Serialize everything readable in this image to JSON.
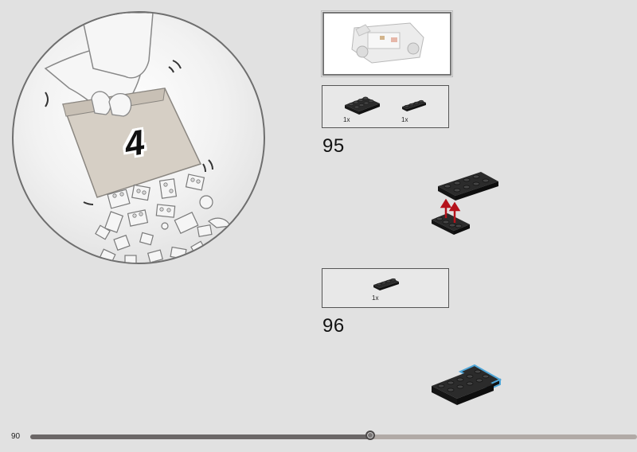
{
  "bag": {
    "number": "4"
  },
  "steps": [
    {
      "number": "95",
      "parts": [
        {
          "qty": "1x",
          "icon": "black-plate-2x4-icon"
        },
        {
          "qty": "1x",
          "icon": "black-plate-1x4-icon"
        }
      ]
    },
    {
      "number": "96",
      "parts": [
        {
          "qty": "1x",
          "icon": "black-plate-1x4-icon"
        }
      ]
    }
  ],
  "footer": {
    "page_number": "90",
    "progress": 0.56
  },
  "colors": {
    "background": "#e1e1e1",
    "brick_black": "#2b2b2b",
    "arrow_red": "#b5121b",
    "highlight_blue": "#4fa6d8"
  }
}
